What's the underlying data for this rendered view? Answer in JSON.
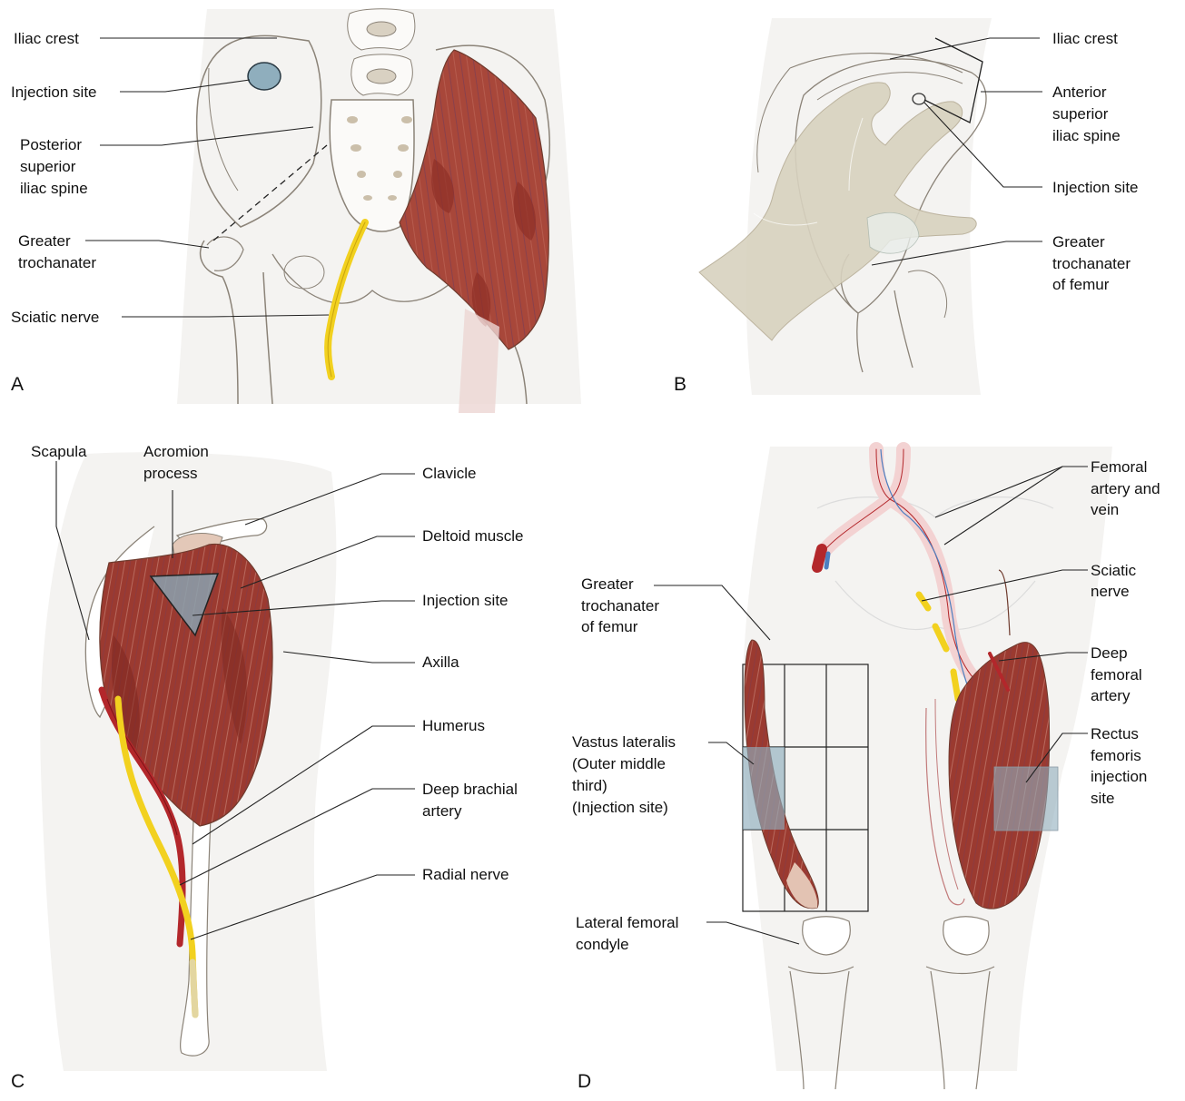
{
  "panels": {
    "a": {
      "letter": "A",
      "labels": {
        "iliac_crest": "Iliac crest",
        "injection_site": "Injection site",
        "psis_1": "Posterior",
        "psis_2": "superior",
        "psis_3": "iliac spine",
        "greater_trochanter_1": "Greater",
        "greater_trochanter_2": "trochanater",
        "sciatic_nerve": "Sciatic nerve"
      }
    },
    "b": {
      "letter": "B",
      "labels": {
        "iliac_crest": "Iliac crest",
        "asis_1": "Anterior",
        "asis_2": "superior",
        "asis_3": "iliac spine",
        "injection_site": "Injection site",
        "greater_trochanter_1": "Greater",
        "greater_trochanter_2": "trochanater",
        "greater_trochanter_3": "of femur"
      }
    },
    "c": {
      "letter": "C",
      "labels": {
        "scapula": "Scapula",
        "acromion_1": "Acromion",
        "acromion_2": "process",
        "clavicle": "Clavicle",
        "deltoid": "Deltoid muscle",
        "injection_site": "Injection site",
        "axilla": "Axilla",
        "humerus": "Humerus",
        "deep_brachial_1": "Deep brachial",
        "deep_brachial_2": "artery",
        "radial_nerve": "Radial nerve"
      }
    },
    "d": {
      "letter": "D",
      "labels": {
        "femoral_1": "Femoral",
        "femoral_2": "artery and",
        "femoral_3": "vein",
        "sciatic_1": "Sciatic",
        "sciatic_2": "nerve",
        "greater_trochanter_1": "Greater",
        "greater_trochanter_2": "trochanater",
        "greater_trochanter_3": "of femur",
        "deep_femoral_1": "Deep",
        "deep_femoral_2": "femoral",
        "deep_femoral_3": "artery",
        "vastus_1": "Vastus lateralis",
        "vastus_2": "(Outer middle",
        "vastus_3": "third)",
        "vastus_4": "(Injection site)",
        "rectus_1": "Rectus",
        "rectus_2": "femoris",
        "rectus_3": "injection",
        "rectus_4": "site",
        "lateral_condyle_1": "Lateral femoral",
        "lateral_condyle_2": "condyle"
      }
    }
  },
  "colors": {
    "skin": "#f4f3f1",
    "bone_outline": "#8b8378",
    "muscle": "#a8473a",
    "muscle_dark": "#8e2f26",
    "nerve": "#f2d11f",
    "artery": "#b3272b",
    "vein": "#4d7fc0",
    "injection": "#8faebd",
    "hand": "#d8d2bf"
  }
}
